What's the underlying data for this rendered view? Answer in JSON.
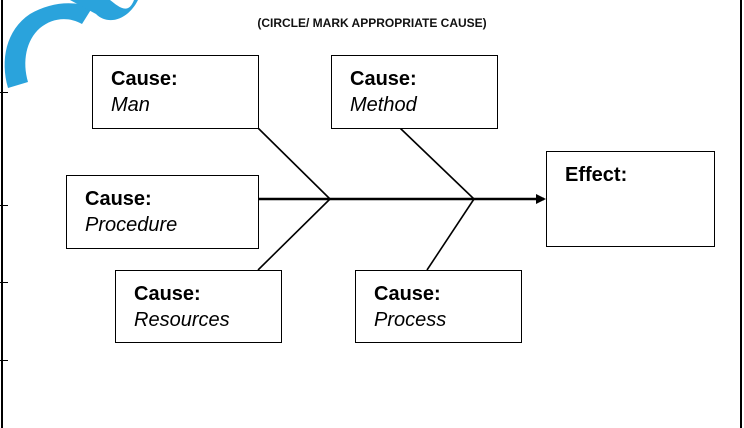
{
  "instruction": "(CIRCLE/ MARK APPROPRIATE CAUSE)",
  "causes": [
    {
      "label": "Cause:",
      "value": "Man"
    },
    {
      "label": "Cause:",
      "value": "Method"
    },
    {
      "label": "Cause:",
      "value": "Procedure"
    },
    {
      "label": "Cause:",
      "value": "Resources"
    },
    {
      "label": "Cause:",
      "value": "Process"
    }
  ],
  "effect": {
    "label": "Effect:",
    "value": ""
  },
  "colors": {
    "logo": "#2aa3dc",
    "line": "#000000"
  }
}
